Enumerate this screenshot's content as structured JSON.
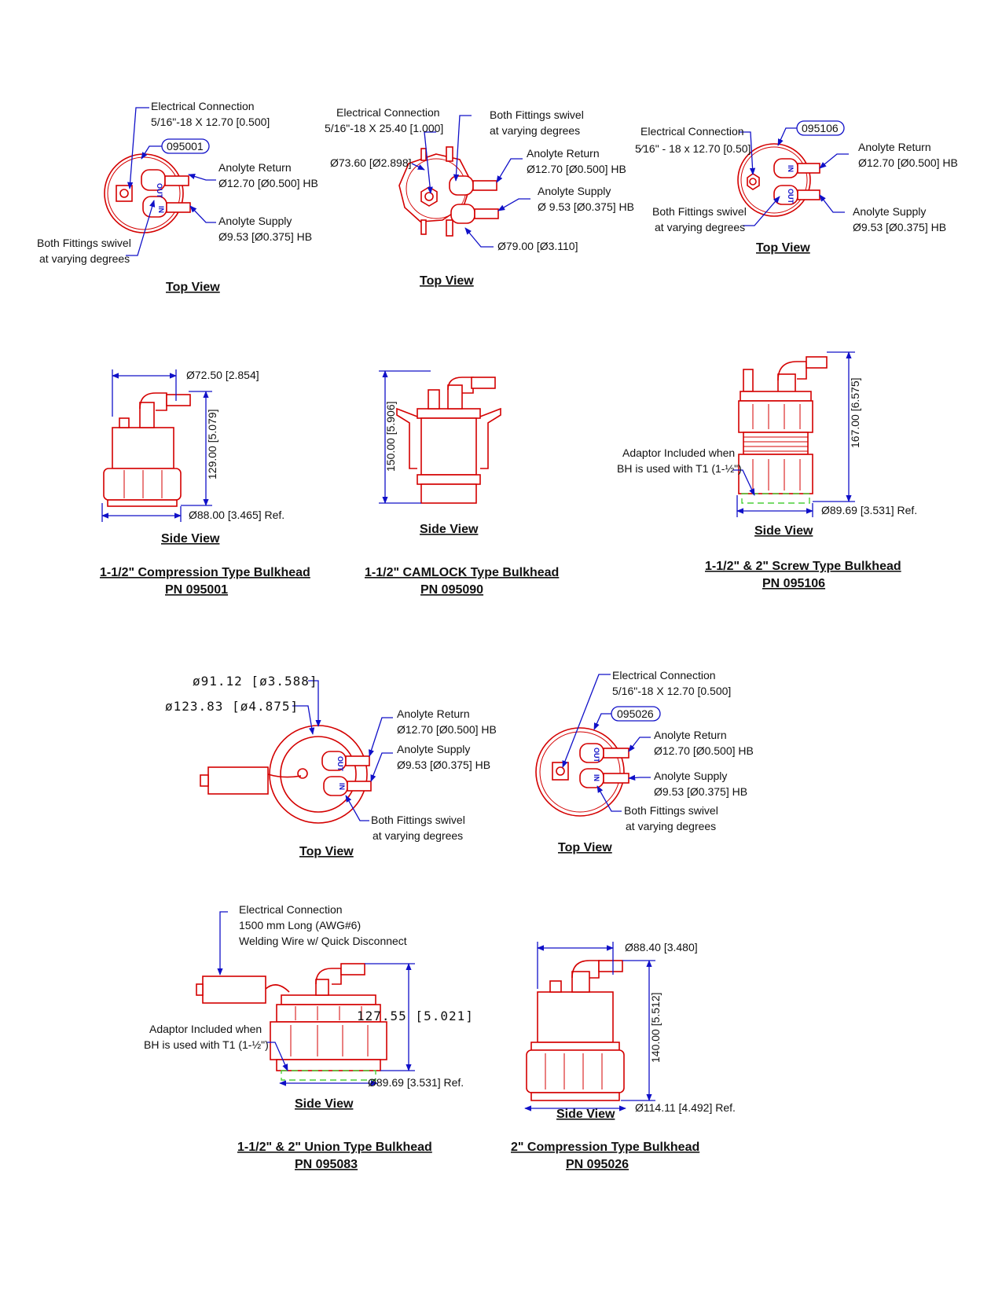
{
  "colors": {
    "outline": "#d40000",
    "leader": "#1010c8",
    "adaptor": "#4ccf3a",
    "text": "#111111"
  },
  "views": {
    "top": "Top View",
    "side": "Side View"
  },
  "ports": {
    "out": "OUT",
    "in": "IN"
  },
  "p095001": {
    "title": "1-1/2\" Compression Type Bulkhead",
    "pn": "PN 095001",
    "tag": "095001",
    "elec_1": "Electrical Connection",
    "elec_2": "5/16\"-18 X 12.70 [0.500]",
    "return_1": "Anolyte Return",
    "return_2": "Ø12.70 [Ø0.500] HB",
    "supply_1": "Anolyte Supply",
    "supply_2": "Ø9.53 [Ø0.375] HB",
    "swivel_1": "Both Fittings swivel",
    "swivel_2": "at varying degrees",
    "side_dia": "Ø72.50 [2.854]",
    "side_height": "129.00 [5.079]",
    "side_base": "Ø88.00 [3.465] Ref."
  },
  "p095090": {
    "title": "1-1/2\" CAMLOCK Type Bulkhead",
    "pn": "PN 095090",
    "elec_1": "Electrical Connection",
    "elec_2": "5/16\"-18 X 25.40 [1.000]",
    "swivel_1": "Both Fittings swivel",
    "swivel_2": "at varying degrees",
    "dia_inner": "Ø73.60 [Ø2.898]",
    "return_1": "Anolyte Return",
    "return_2": "Ø12.70 [Ø0.500] HB",
    "supply_1": "Anolyte Supply",
    "supply_2": "Ø 9.53 [Ø0.375] HB",
    "dia_outer": "Ø79.00 [Ø3.110]",
    "side_height": "150.00 [5.906]"
  },
  "p095106": {
    "title": "1-1/2\" & 2\" Screw Type Bulkhead",
    "pn": "PN 095106",
    "tag": "095106",
    "elec_1": "Electrical Connection",
    "elec_2": "5⁄16\" - 18 x 12.70 [0.50]",
    "return_1": "Anolyte Return",
    "return_2": "Ø12.70 [Ø0.500] HB",
    "supply_1": "Anolyte Supply",
    "supply_2": "Ø9.53 [Ø0.375] HB",
    "swivel_1": "Both Fittings swivel",
    "swivel_2": "at varying degrees",
    "side_height": "167.00 [6.575]",
    "adaptor_1": "Adaptor Included when",
    "adaptor_2": "BH is used with T1 (1-½\")",
    "side_base": "Ø89.69 [3.531] Ref."
  },
  "p095083": {
    "title": "1-1/2\" & 2\" Union Type Bulkhead",
    "pn": "PN 095083",
    "dia_inner": "ø91.12 [ø3.588]",
    "dia_outer": "ø123.83 [ø4.875]",
    "return_1": "Anolyte Return",
    "return_2": "Ø12.70 [Ø0.500] HB",
    "supply_1": "Anolyte Supply",
    "supply_2": "Ø9.53 [Ø0.375] HB",
    "swivel_1": "Both Fittings swivel",
    "swivel_2": "at varying degrees",
    "elec_1": "Electrical Connection",
    "elec_2": "1500 mm Long (AWG#6)",
    "elec_3": "Welding Wire w/ Quick Disconnect",
    "side_height": "127.55 [5.021]",
    "adaptor_1": "Adaptor Included when",
    "adaptor_2": "BH is used with T1 (1-½\")",
    "side_base": "Ø89.69 [3.531] Ref."
  },
  "p095026": {
    "title": "2\" Compression Type Bulkhead",
    "pn": "PN 095026",
    "tag": "095026",
    "elec_1": "Electrical Connection",
    "elec_2": "5/16\"-18 X 12.70 [0.500]",
    "return_1": "Anolyte Return",
    "return_2": "Ø12.70 [Ø0.500] HB",
    "supply_1": "Anolyte Supply",
    "supply_2": "Ø9.53 [Ø0.375] HB",
    "swivel_1": "Both Fittings swivel",
    "swivel_2": "at varying degrees",
    "side_dia": "Ø88.40 [3.480]",
    "side_height": "140.00 [5.512]",
    "side_base": "Ø114.11 [4.492] Ref."
  }
}
